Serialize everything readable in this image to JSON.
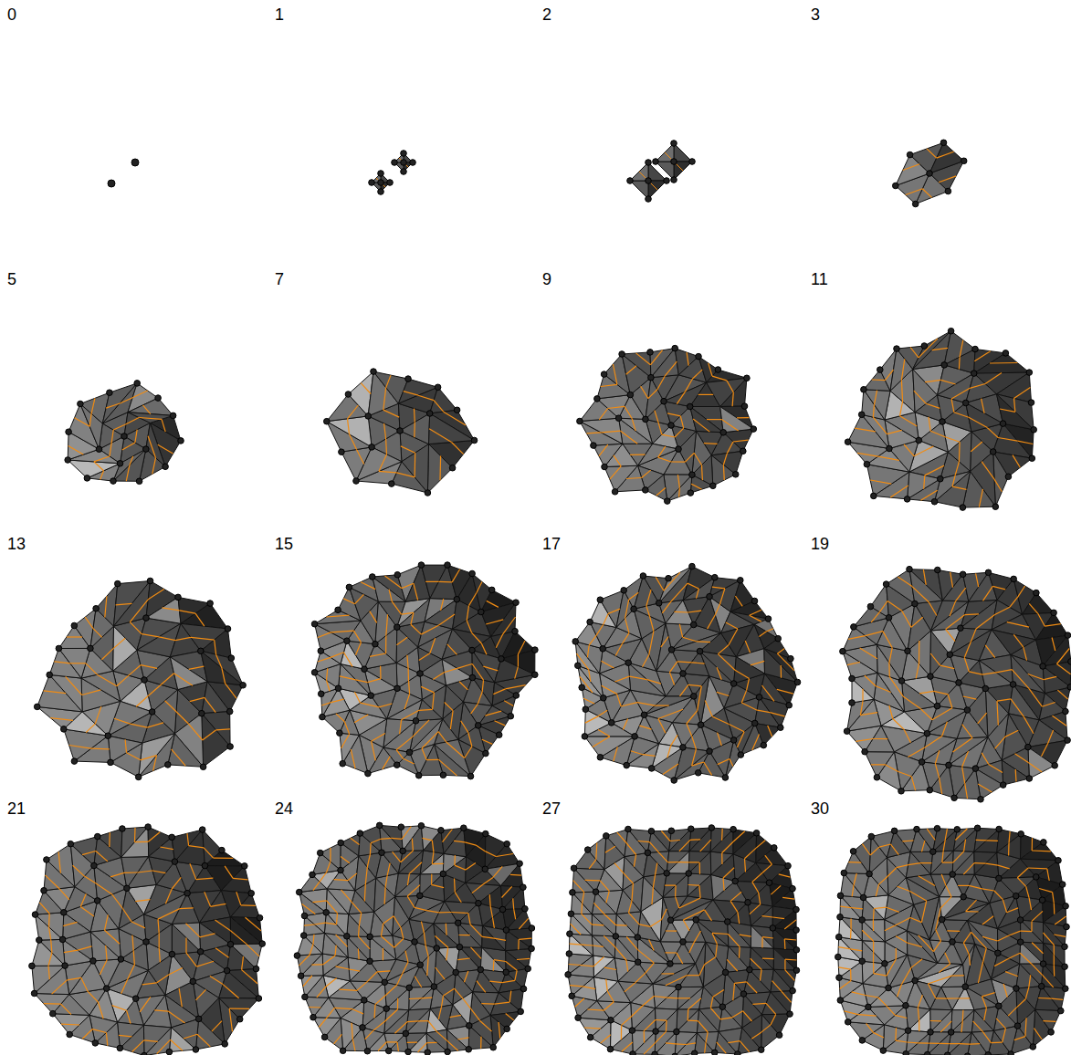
{
  "diagram": {
    "labels": [
      "0",
      "1",
      "2",
      "3",
      "5",
      "7",
      "9",
      "11",
      "13",
      "15",
      "17",
      "19",
      "21",
      "24",
      "27",
      "30"
    ]
  }
}
